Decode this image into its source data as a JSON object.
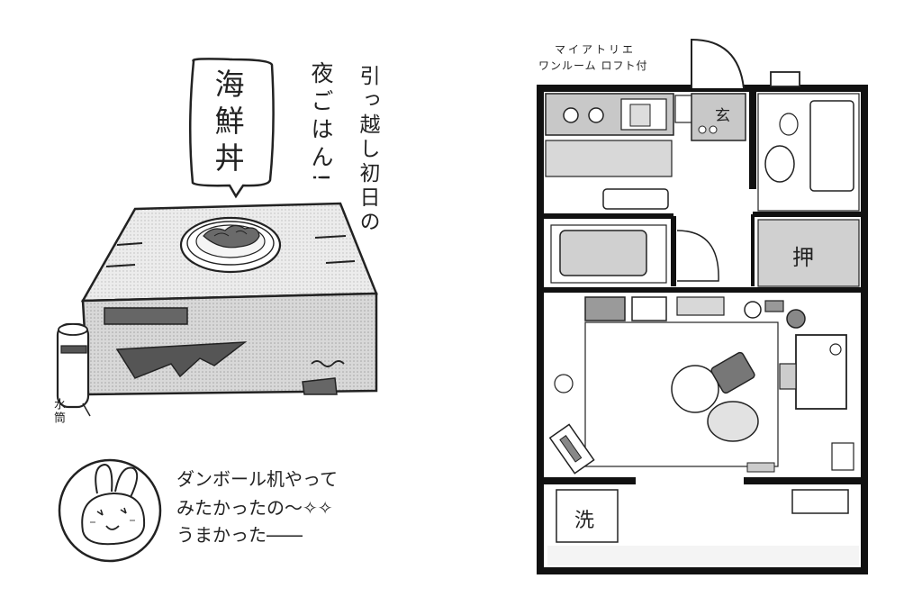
{
  "left_panel": {
    "speech_bubble_text": "海鮮丼",
    "vertical_line_1": "引っ越し初日の",
    "vertical_line_2": "夜ごはん!",
    "thermos_label": "水筒",
    "caption_line_1": "ダンボール机やって",
    "caption_line_2": "みたかったの～✧✧",
    "caption_line_3": "うまかった――"
  },
  "right_panel": {
    "title_line_1": "マイアトリエ",
    "title_line_2": "ワンルーム ロフト付",
    "entrance_label": "玄",
    "closet_label": "押",
    "laundry_label": "洗"
  },
  "colors": {
    "ink": "#222222",
    "wall": "#111111",
    "fill_gray": "#c8c8c8",
    "dark_gray": "#6b6b6b",
    "box_tone": "#e4e4e4"
  }
}
